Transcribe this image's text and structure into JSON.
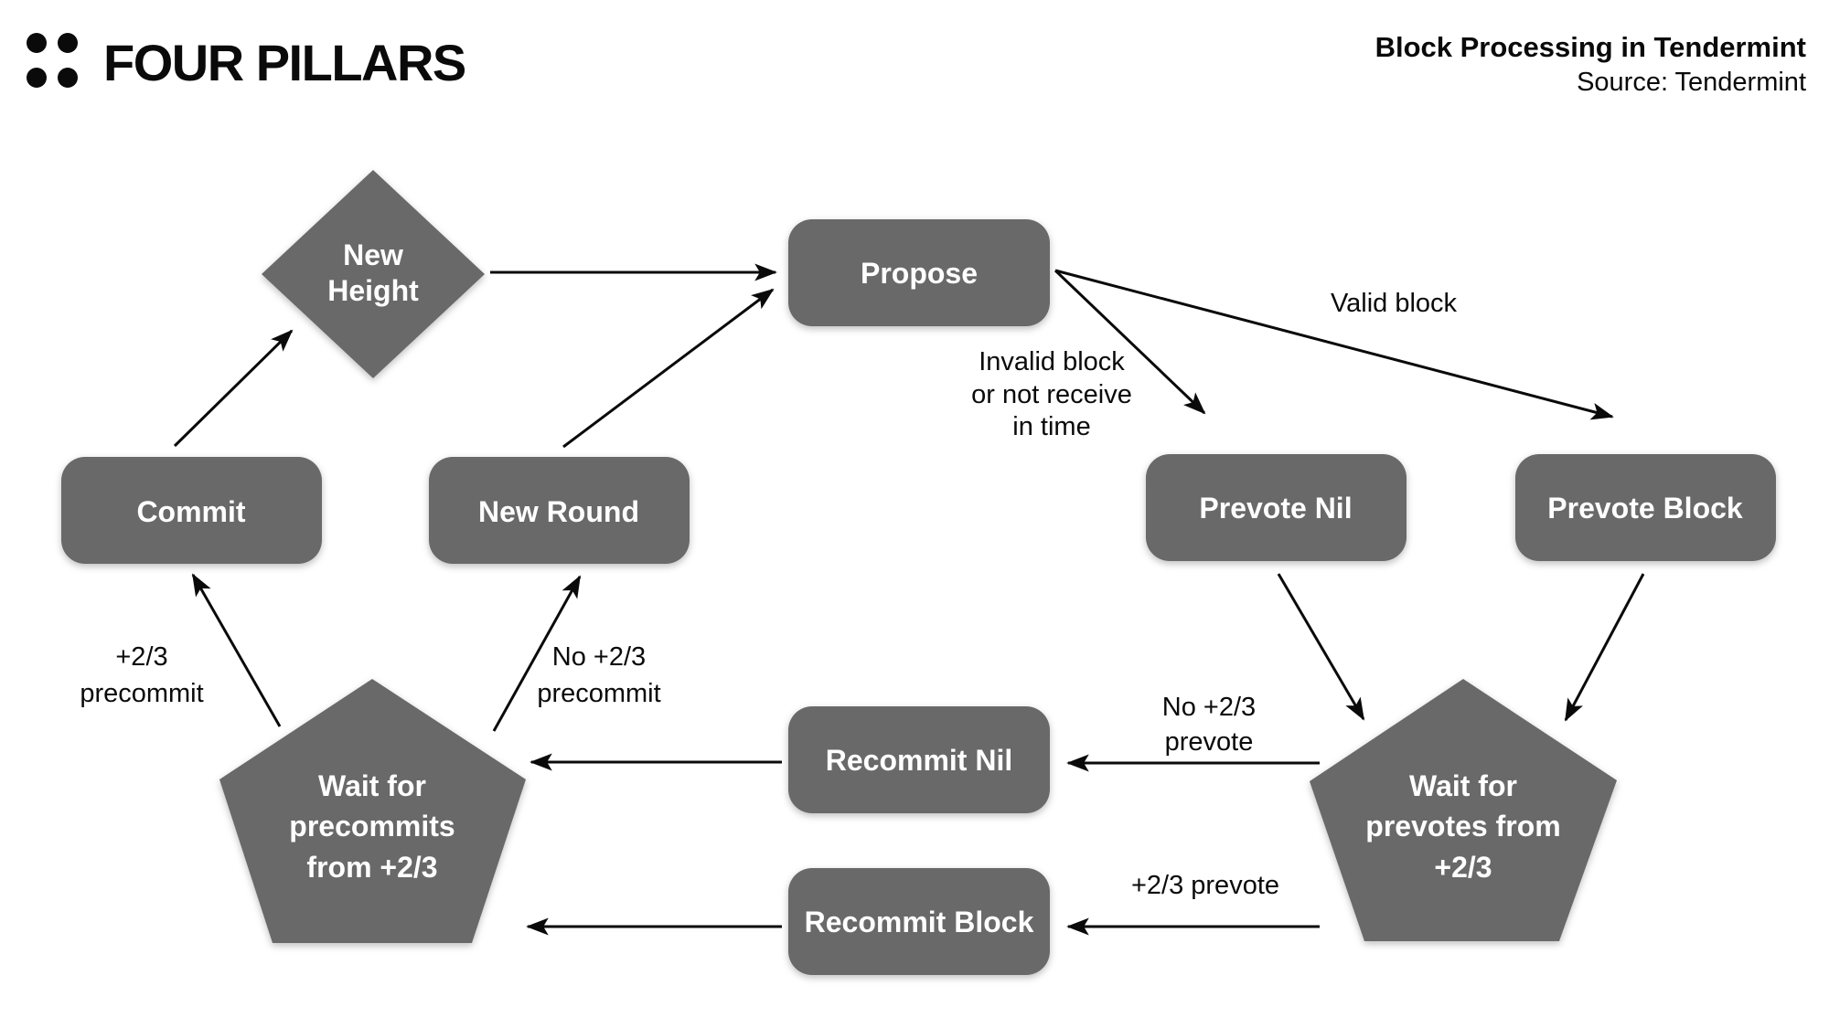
{
  "header": {
    "logo_text": "FOUR PILLARS",
    "title": "Block Processing in Tendermint",
    "source": "Source: Tendermint"
  },
  "colors": {
    "node_fill": "#696969",
    "node_text": "#ffffff",
    "arrow": "#0a0a0a",
    "label_text": "#0a0a0a",
    "background": "#ffffff",
    "logo": "#0a0a0a"
  },
  "diagram": {
    "type": "flowchart",
    "nodes": {
      "new_height": {
        "shape": "diamond",
        "lines": [
          "New",
          "Height"
        ]
      },
      "propose": {
        "shape": "rounded-rect",
        "lines": [
          "Propose"
        ]
      },
      "commit": {
        "shape": "rounded-rect",
        "lines": [
          "Commit"
        ]
      },
      "new_round": {
        "shape": "rounded-rect",
        "lines": [
          "New Round"
        ]
      },
      "prevote_nil": {
        "shape": "rounded-rect",
        "lines": [
          "Prevote Nil"
        ]
      },
      "prevote_block": {
        "shape": "rounded-rect",
        "lines": [
          "Prevote Block"
        ]
      },
      "recommit_nil": {
        "shape": "rounded-rect",
        "lines": [
          "Recommit Nil"
        ]
      },
      "recommit_block": {
        "shape": "rounded-rect",
        "lines": [
          "Recommit Block"
        ]
      },
      "wait_precommits": {
        "shape": "pentagon",
        "lines": [
          "Wait for",
          "precommits",
          "from +2/3"
        ]
      },
      "wait_prevotes": {
        "shape": "pentagon",
        "lines": [
          "Wait for",
          "prevotes from",
          "+2/3"
        ]
      }
    },
    "edge_labels": {
      "valid_block": [
        "Valid block"
      ],
      "invalid_block": [
        "Invalid block",
        "or not receive",
        "in time"
      ],
      "plus_precommit": [
        "+2/3",
        "precommit"
      ],
      "no_precommit": [
        "No +2/3",
        "precommit"
      ],
      "no_prevote": [
        "No +2/3",
        "prevote"
      ],
      "plus_prevote": [
        "+2/3 prevote"
      ]
    },
    "edges": [
      {
        "from": "new_height",
        "to": "propose",
        "label": ""
      },
      {
        "from": "propose",
        "to": "prevote_nil",
        "label": "Invalid block or not receive in time"
      },
      {
        "from": "propose",
        "to": "prevote_block",
        "label": "Valid block"
      },
      {
        "from": "prevote_nil",
        "to": "wait_prevotes",
        "label": ""
      },
      {
        "from": "prevote_block",
        "to": "wait_prevotes",
        "label": ""
      },
      {
        "from": "wait_prevotes",
        "to": "recommit_nil",
        "label": "No +2/3 prevote"
      },
      {
        "from": "wait_prevotes",
        "to": "recommit_block",
        "label": "+2/3 prevote"
      },
      {
        "from": "recommit_nil",
        "to": "wait_precommits",
        "label": ""
      },
      {
        "from": "recommit_block",
        "to": "wait_precommits",
        "label": ""
      },
      {
        "from": "wait_precommits",
        "to": "commit",
        "label": "+2/3 precommit"
      },
      {
        "from": "wait_precommits",
        "to": "new_round",
        "label": "No +2/3 precommit"
      },
      {
        "from": "commit",
        "to": "new_height",
        "label": ""
      },
      {
        "from": "new_round",
        "to": "propose",
        "label": ""
      }
    ]
  }
}
